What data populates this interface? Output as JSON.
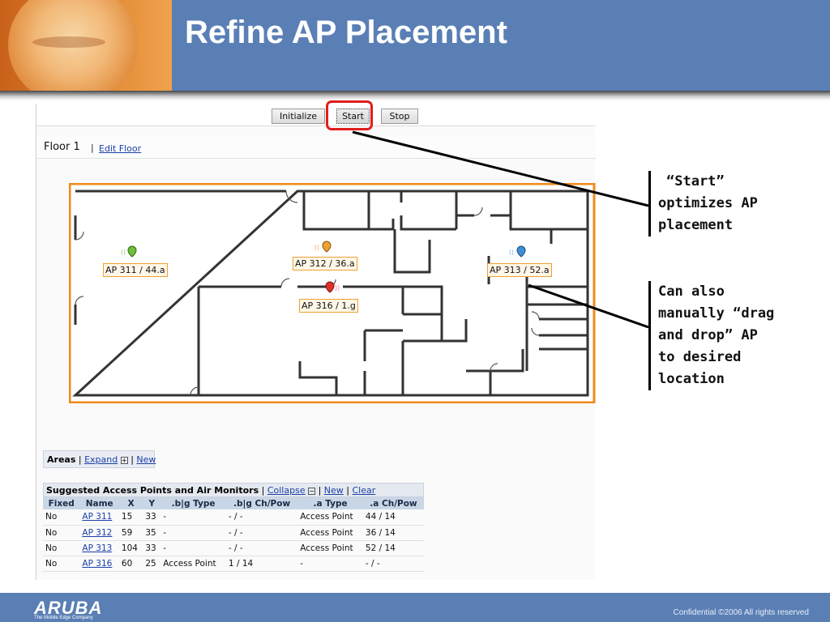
{
  "slide": {
    "title": "Refine AP Placement",
    "footer_confidential": "Confidential  ©2006 All rights reserved",
    "logo_text": "ARUBA",
    "logo_tagline": "The Mobile Edge Company"
  },
  "toolbar": {
    "initialize_label": "Initialize",
    "start_label": "Start",
    "stop_label": "Stop"
  },
  "floor": {
    "title": "Floor 1",
    "separator": "|",
    "edit_link": "Edit Floor"
  },
  "access_points": [
    {
      "label": "AP 311 / 44.a",
      "marker_color": "#6fbf3a",
      "icon": "ap-map-pin-icon"
    },
    {
      "label": "AP 312 / 36.a",
      "marker_color": "#f0a032",
      "icon": "ap-map-pin-icon"
    },
    {
      "label": "AP 313 / 52.a",
      "marker_color": "#3f8fd6",
      "icon": "ap-map-pin-icon"
    },
    {
      "label": "AP 316 / 1.g",
      "marker_color": "#e0302a",
      "icon": "ap-map-pin-icon"
    }
  ],
  "areas": {
    "label": "Areas",
    "expand_link": "Expand",
    "expand_icon": "plus-box-icon",
    "new_link": "New"
  },
  "suggested": {
    "title": "Suggested Access Points and Air Monitors",
    "collapse_link": "Collapse",
    "collapse_icon": "minus-box-icon",
    "new_link": "New",
    "clear_link": "Clear",
    "columns": [
      "Fixed",
      "Name",
      "X",
      "Y",
      ".b|g Type",
      ".b|g Ch/Pow",
      ".a Type",
      ".a Ch/Pow"
    ],
    "rows": [
      [
        "No",
        "AP 311",
        "15",
        "33",
        "-",
        "- / -",
        "Access Point",
        "44 / 14"
      ],
      [
        "No",
        "AP 312",
        "59",
        "35",
        "-",
        "- / -",
        "Access Point",
        "36 / 14"
      ],
      [
        "No",
        "AP 313",
        "104",
        "33",
        "-",
        "- / -",
        "Access Point",
        "52 / 14"
      ],
      [
        "No",
        "AP 316",
        "60",
        "25",
        "Access Point",
        "1 / 14",
        "-",
        "- / -"
      ]
    ]
  },
  "callouts": {
    "start": [
      "“Start”",
      "optimizes AP",
      "placement"
    ],
    "drag": [
      "Can also",
      "manually “drag",
      "and drop” AP",
      "to desired",
      "location"
    ]
  }
}
